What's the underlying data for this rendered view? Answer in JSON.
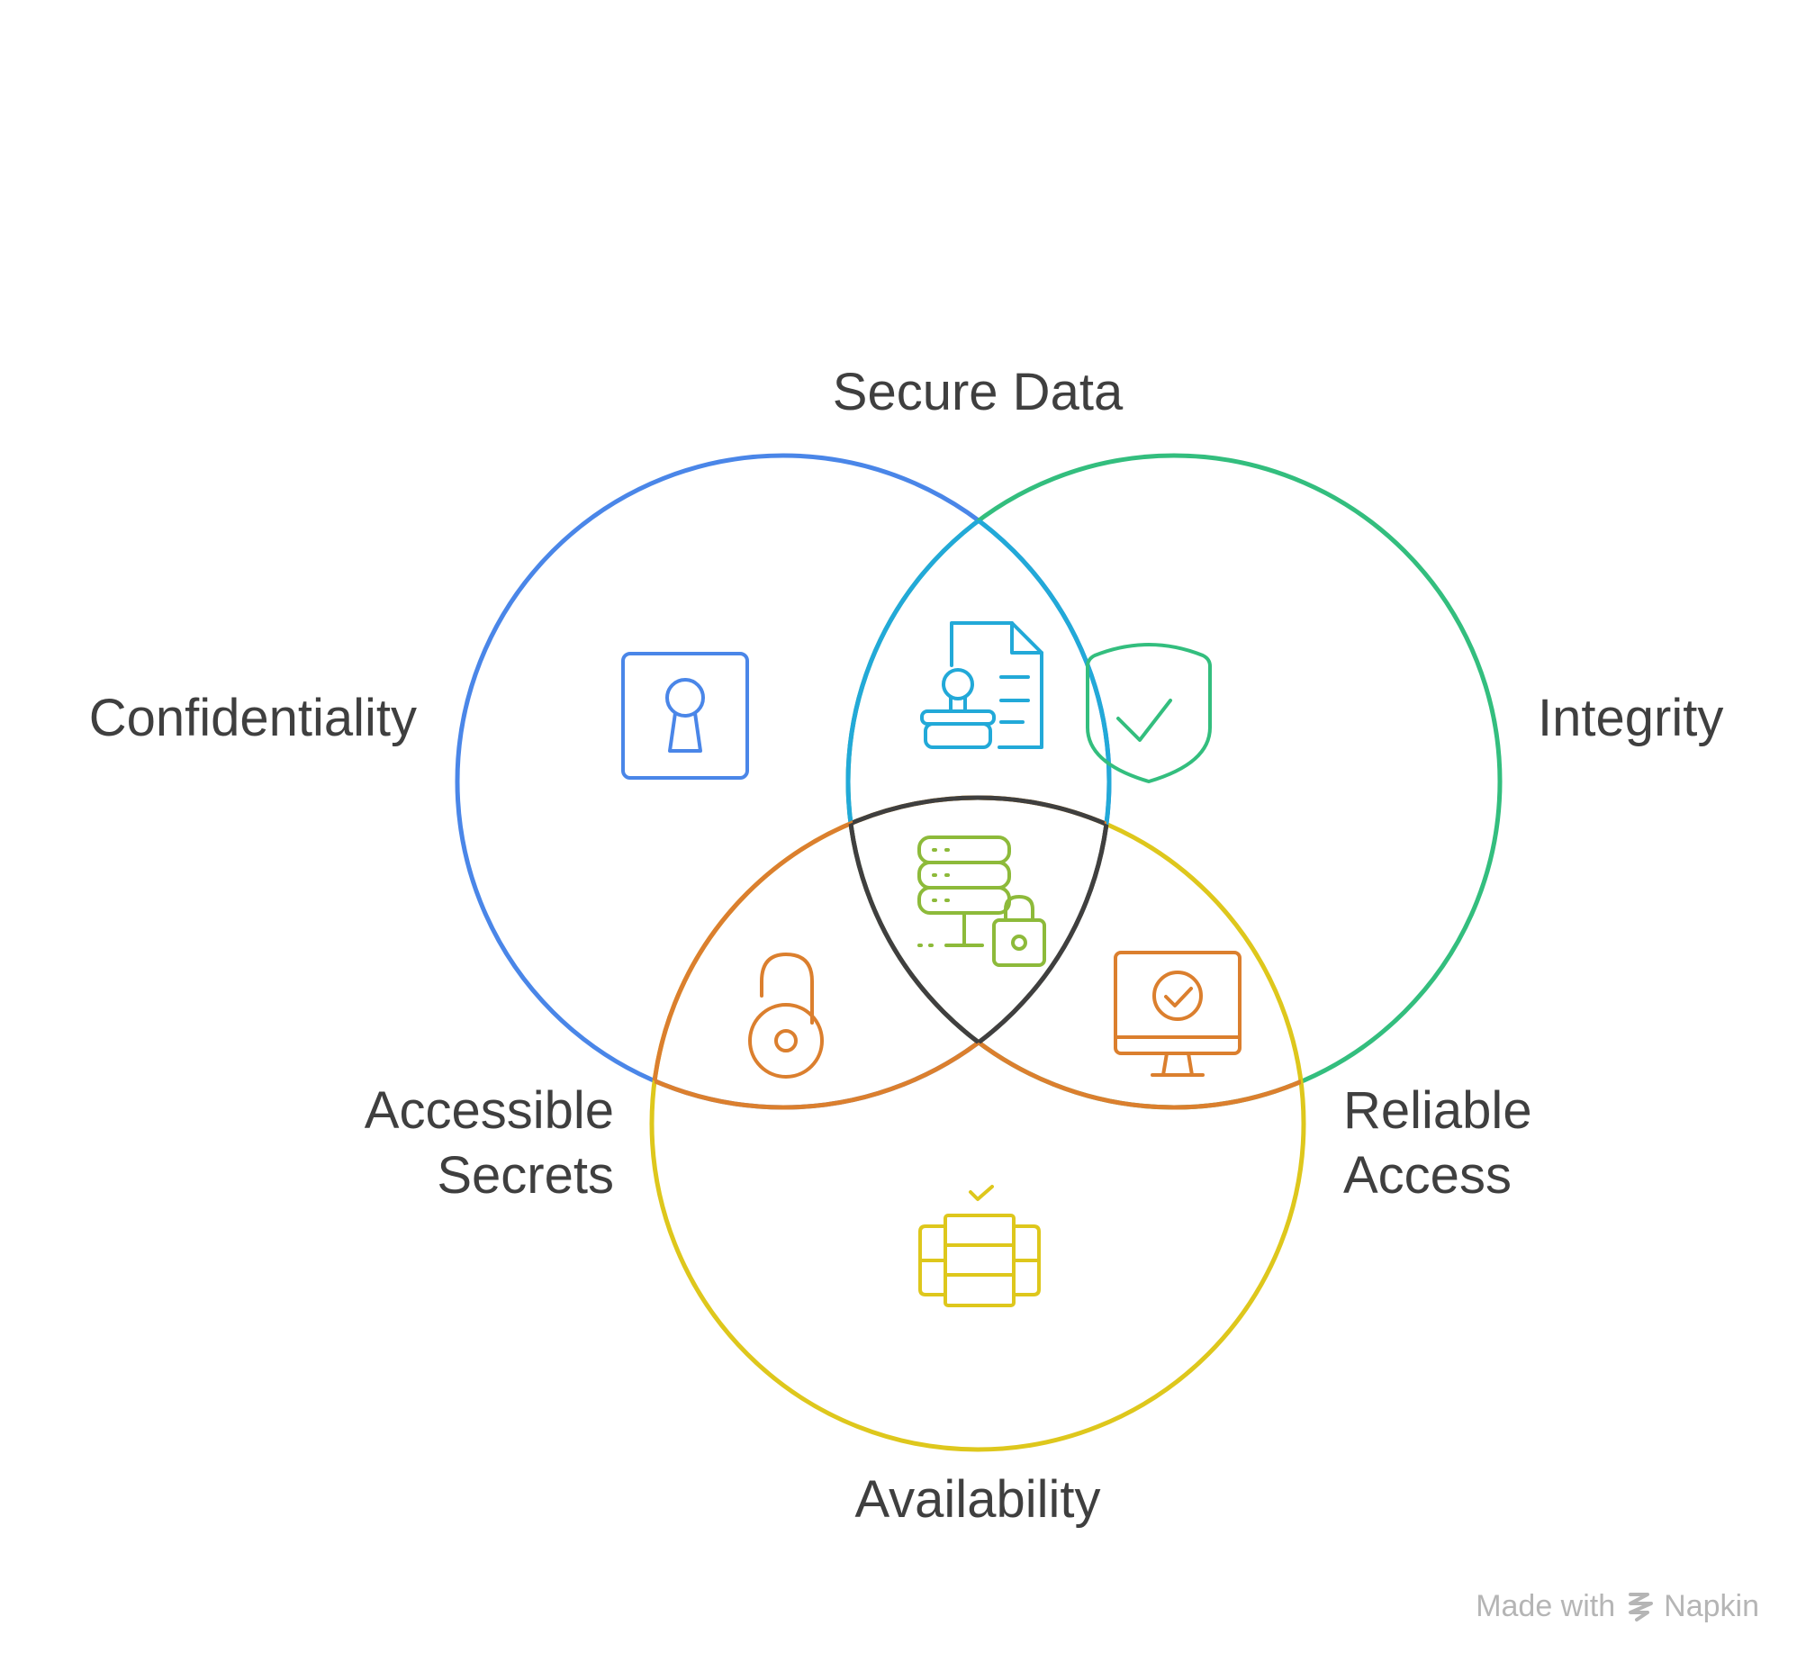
{
  "diagram": {
    "type": "venn",
    "sets": [
      {
        "label": "Confidentiality",
        "color": "#4A86E8",
        "icon": "keyhole-icon"
      },
      {
        "label": "Integrity",
        "color": "#33BE7E",
        "icon": "shield-check-icon"
      },
      {
        "label": "Availability",
        "color": "#DEC71C",
        "icon": "server-rack-check-icon"
      }
    ],
    "intersections": {
      "confidentiality_integrity": {
        "label": "Secure Data",
        "color": "#22A9D8",
        "icon": "document-stamp-icon"
      },
      "confidentiality_availability": {
        "label_line1": "Accessible",
        "label_line2": "Secrets",
        "color": "#DB7F2E",
        "icon": "open-padlock-icon"
      },
      "integrity_availability": {
        "label_line1": "Reliable",
        "label_line2": "Access",
        "color": "#DB7F2E",
        "icon": "monitor-check-icon"
      },
      "all": {
        "color": "#3F3F3F",
        "icon": "server-lock-icon",
        "icon_color": "#8DBA3A"
      }
    }
  },
  "watermark": {
    "prefix": "Made with",
    "brand": "Napkin",
    "icon": "napkin-logo-icon"
  }
}
